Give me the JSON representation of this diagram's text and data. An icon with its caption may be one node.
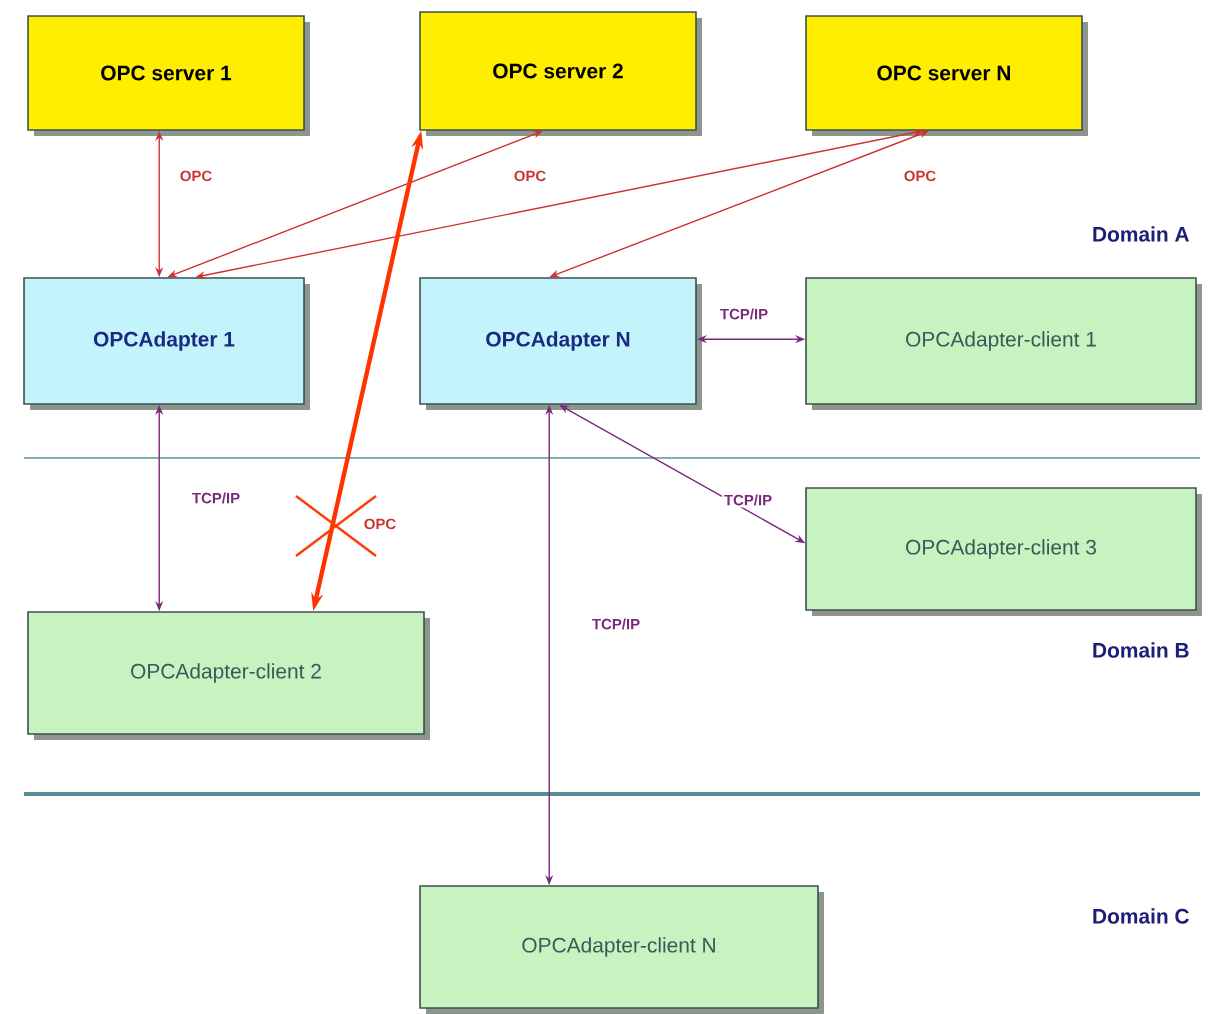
{
  "diagram": {
    "nodes": [
      {
        "text": [
          "OPC server 1"
        ]
      },
      {
        "text": [
          "OPC server 2"
        ]
      },
      {
        "text": [
          "OPC server N"
        ]
      },
      {
        "text": [
          "OPCAdapter 1"
        ]
      },
      {
        "text": [
          "OPCAdapter N"
        ]
      },
      {
        "text": [
          "OPCAdapter-client 1"
        ]
      },
      {
        "text": [
          "OPCAdapter-client 3"
        ]
      },
      {
        "text": [
          "OPCAdapter-client 2"
        ]
      },
      {
        "text": [
          "OPCAdapter-client N"
        ]
      }
    ],
    "edges": [
      {
        "from": 0,
        "to": 3,
        "arrow": "both",
        "label": "OPC"
      },
      {
        "from": 1,
        "to": 3,
        "arrow": "both",
        "label": "OPC"
      },
      {
        "from": 2,
        "to": 3,
        "arrow": "both"
      },
      {
        "from": 2,
        "to": 4,
        "arrow": "both",
        "label": "OPC"
      },
      {
        "from": 1,
        "to": 7,
        "arrow": "both",
        "label": "OPC",
        "style": "thick",
        "color": "#ff3300"
      },
      {
        "from": 4,
        "to": 5,
        "arrow": "both",
        "label": "TCP/IP",
        "color": "#7a2a7a"
      },
      {
        "from": 3,
        "to": 7,
        "arrow": "both",
        "label": "TCP/IP",
        "color": "#7a2a7a"
      },
      {
        "from": 4,
        "to": 6,
        "arrow": "both",
        "label": "TCP/IP",
        "color": "#7a2a7a"
      },
      {
        "from": 4,
        "to": 8,
        "arrow": "both",
        "label": "TCP/IP",
        "color": "#7a2a7a"
      }
    ],
    "labels": [
      "Domain A",
      "Domain B",
      "Domain C"
    ]
  }
}
